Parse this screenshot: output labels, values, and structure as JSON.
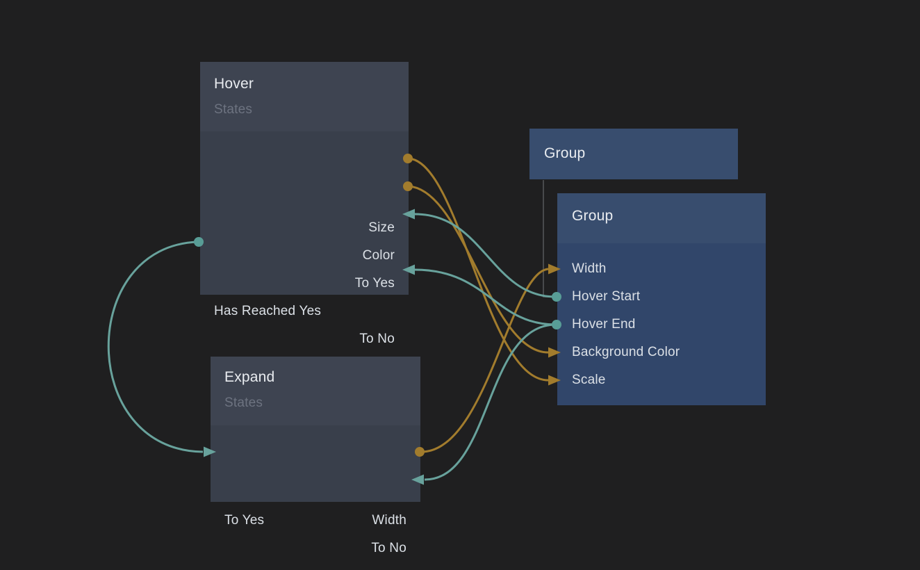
{
  "app": {
    "view": "node-graph-canvas"
  },
  "colors": {
    "background": "#1f1f20",
    "state_node_header": "#3e4451",
    "state_node_body": "#393f4b",
    "group_node_header": "#384d6e",
    "group_node_body": "#31466a",
    "wire_gold": "#a27c2d",
    "wire_teal": "#68a29c",
    "dot_gold": "#a27c2d",
    "dot_teal": "#589d96",
    "hierarchy_line": "#484a4c",
    "title_text": "#e9ecf0",
    "subtitle_text": "#6d7380",
    "port_text": "#dbe0e6"
  },
  "nodes": {
    "hover": {
      "title": "Hover",
      "subtitle": "States",
      "ports": {
        "size": "Size",
        "color": "Color",
        "to_yes": "To Yes",
        "has_reached_yes": "Has Reached Yes",
        "to_no": "To No"
      }
    },
    "expand": {
      "title": "Expand",
      "subtitle": "States",
      "ports": {
        "to_yes": "To Yes",
        "width": "Width",
        "to_no": "To No"
      }
    },
    "group_parent": {
      "title": "Group"
    },
    "group_child": {
      "title": "Group",
      "ports": {
        "width": "Width",
        "hover_start": "Hover Start",
        "hover_end": "Hover End",
        "background_color": "Background Color",
        "scale": "Scale"
      }
    }
  },
  "connections": [
    {
      "from": "Hover.Size",
      "to": "Group.Scale",
      "color": "gold"
    },
    {
      "from": "Hover.Color",
      "to": "Group.Background Color",
      "color": "gold"
    },
    {
      "from": "Expand.Width",
      "to": "Group.Width",
      "color": "gold"
    },
    {
      "from": "Group.Hover Start",
      "to": "Hover.To Yes",
      "color": "teal"
    },
    {
      "from": "Group.Hover End",
      "to": "Hover.To No",
      "color": "teal"
    },
    {
      "from": "Group.Hover End",
      "to": "Expand.To No",
      "color": "teal"
    },
    {
      "from": "Hover.Has Reached Yes",
      "to": "Expand.To Yes",
      "color": "teal"
    },
    {
      "from": "Group (parent)",
      "to": "Group (child)",
      "color": "hierarchy"
    }
  ]
}
